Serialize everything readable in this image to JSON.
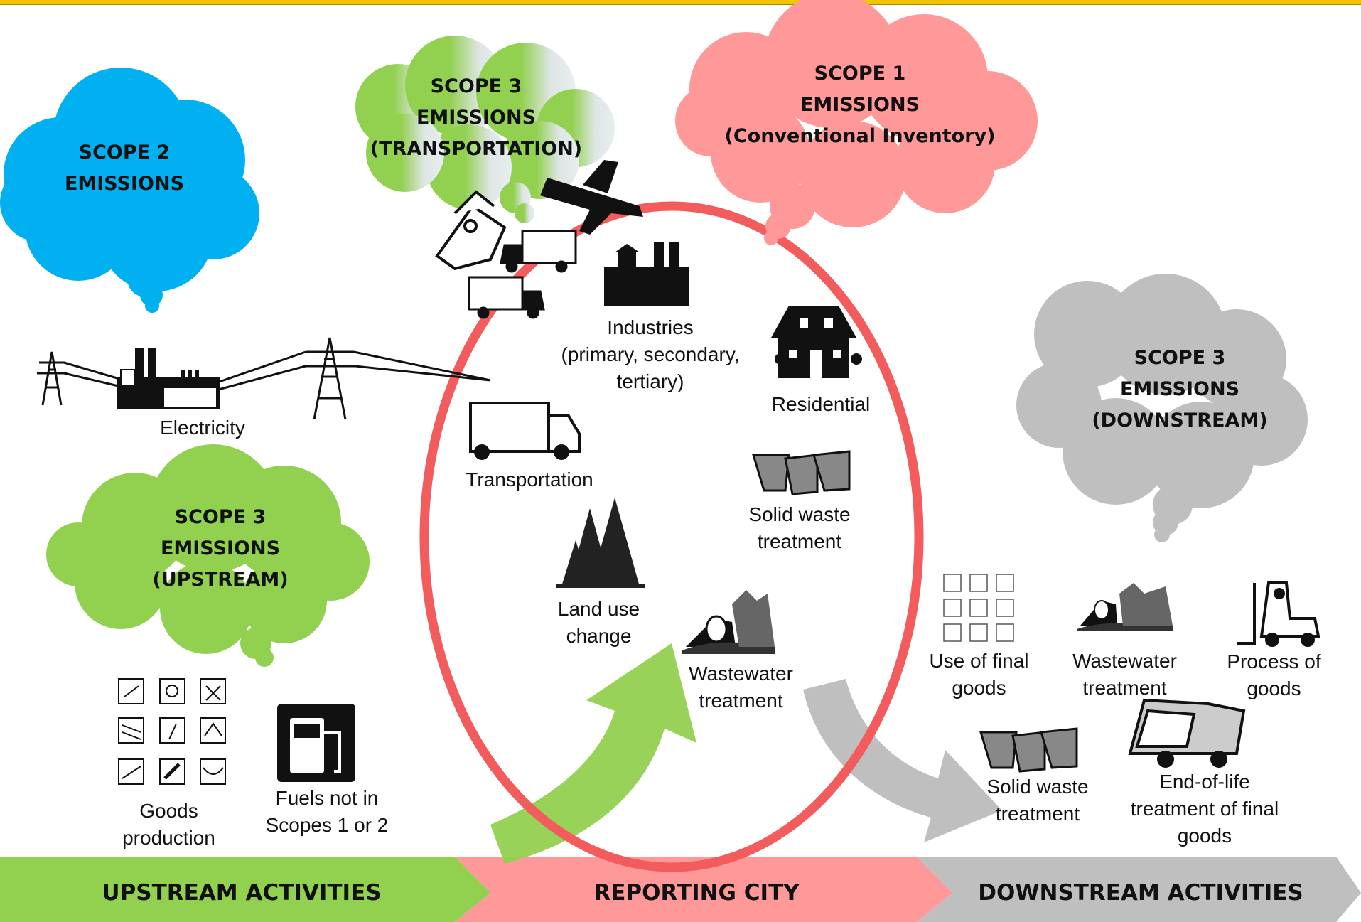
{
  "clouds": {
    "scope2": "SCOPE 2\nEMISSIONS",
    "scope3_transport": "SCOPE 3\nEMISSIONS\n(TRANSPORTATION)",
    "scope1": "SCOPE 1\nEMISSIONS\n(Conventional Inventory)",
    "scope3_downstream": "SCOPE 3\nEMISSIONS\n(DOWNSTREAM)",
    "scope3_upstream": "SCOPE 3\nEMISSIONS\n(UPSTREAM)"
  },
  "labels": {
    "electricity": "Electricity",
    "industries": "Industries\n(primary, secondary,\ntertiary)",
    "residential": "Residential",
    "transportation": "Transportation",
    "solid_waste_city": "Solid waste\ntreatment",
    "land_use": "Land use\nchange",
    "wastewater_city": "Wastewater\ntreatment",
    "goods_production": "Goods\nproduction",
    "fuels": "Fuels not in\nScopes 1 or 2",
    "use_final_goods": "Use of final\ngoods",
    "wastewater_down": "Wastewater\ntreatment",
    "process_goods": "Process of\ngoods",
    "solid_waste_down": "Solid waste\ntreatment",
    "end_of_life": "End-of-life\ntreatment of final\ngoods"
  },
  "bar": {
    "upstream": "UPSTREAM ACTIVITIES",
    "reporting": "REPORTING CITY",
    "downstream": "DOWNSTREAM ACTIVITIES"
  },
  "colors": {
    "green": "#92d050",
    "pink": "#ff9999",
    "blue": "#00b0f0",
    "grey": "#bfbfbf",
    "ring": "#f25c5c"
  }
}
